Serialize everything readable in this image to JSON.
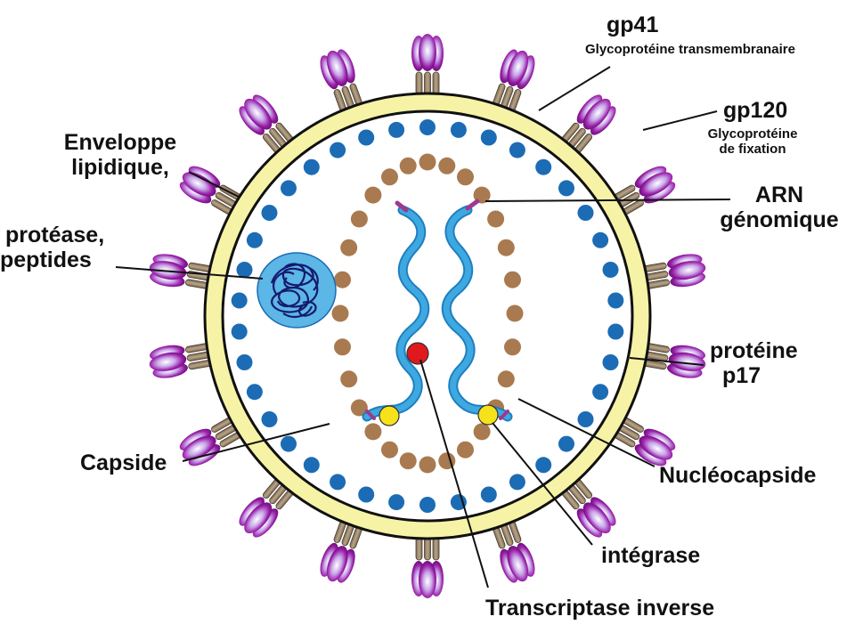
{
  "labels": {
    "gp41": {
      "name": "gp41",
      "desc": "Glycoprotéine transmembranaire"
    },
    "gp120": {
      "name": "gp120",
      "desc_line1": "Glycoprotéine",
      "desc_line2": "de fixation"
    },
    "arn": {
      "line1": "ARN",
      "line2": "génomique"
    },
    "proteine": {
      "line1": "protéine",
      "line2": "p17"
    },
    "nucleocapside": "Nucléocapside",
    "integrase": "intégrase",
    "transcriptase": "Transcriptase inverse",
    "capside": "Capside",
    "enveloppe": {
      "line1": "Enveloppe",
      "line2": "lipidique,"
    },
    "protease": {
      "line1": "protéase,",
      "line2": "peptides"
    }
  },
  "colors": {
    "envelope": "#f7f3a6",
    "p17": "#1b6cb4",
    "capsid": "#a97a4f",
    "rna": "#3ea9e0",
    "rna_dark": "#1f7fc0",
    "rna_end": "#9b3a8f",
    "integrase": "#f5e21a",
    "rt": "#e0191c",
    "protease_bg": "#5cb6e6",
    "protease_coil": "#141a6e",
    "spike_top": "#9a1fa8",
    "spike_stem": "#9e8a6e"
  }
}
